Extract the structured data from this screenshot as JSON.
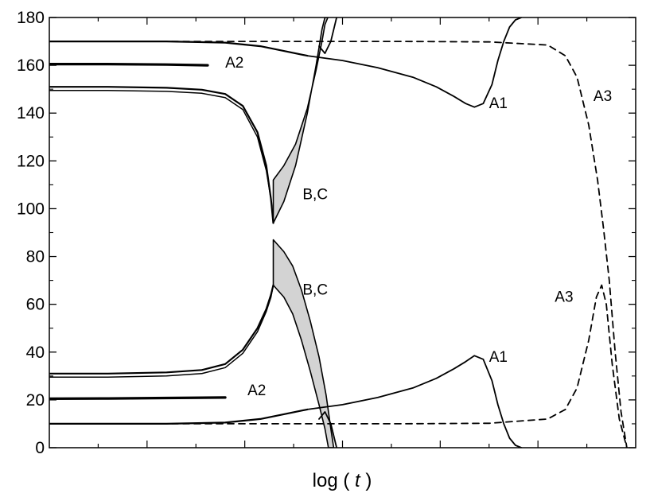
{
  "chart_data": {
    "type": "line",
    "title": "",
    "xlabel": {
      "prefix": "log ( ",
      "var": "t",
      "suffix": " )"
    },
    "ylabel": "",
    "x_ticklabels_shown": false,
    "xlim": [
      0,
      1
    ],
    "ylim": [
      0,
      180
    ],
    "y_ticks": [
      0,
      20,
      40,
      60,
      80,
      100,
      120,
      140,
      160,
      180
    ],
    "grid": false,
    "legend": "none",
    "bands": [
      {
        "id": "bc-upper-band",
        "fill": "#d3d3d3",
        "upper": [
          [
            0.382,
            112
          ],
          [
            0.4,
            118
          ],
          [
            0.42,
            127
          ],
          [
            0.44,
            142
          ],
          [
            0.455,
            158
          ],
          [
            0.465,
            170
          ],
          [
            0.47,
            177
          ],
          [
            0.475,
            180
          ]
        ],
        "lower": [
          [
            0.382,
            94
          ],
          [
            0.4,
            103
          ],
          [
            0.42,
            118
          ],
          [
            0.44,
            140
          ],
          [
            0.455,
            160
          ],
          [
            0.465,
            175
          ],
          [
            0.47,
            180
          ]
        ]
      },
      {
        "id": "bc-lower-band",
        "fill": "#d3d3d3",
        "upper": [
          [
            0.382,
            87
          ],
          [
            0.4,
            82
          ],
          [
            0.415,
            76
          ],
          [
            0.43,
            66
          ],
          [
            0.445,
            53
          ],
          [
            0.46,
            38
          ],
          [
            0.472,
            22
          ],
          [
            0.48,
            8
          ],
          [
            0.485,
            0
          ]
        ],
        "lower": [
          [
            0.382,
            68
          ],
          [
            0.4,
            63
          ],
          [
            0.415,
            56
          ],
          [
            0.43,
            45
          ],
          [
            0.445,
            32
          ],
          [
            0.46,
            18
          ],
          [
            0.47,
            8
          ],
          [
            0.476,
            0
          ]
        ]
      }
    ],
    "series": [
      {
        "label": "A2",
        "style": "solid",
        "width": 3.2,
        "label_pos": [
          0.3,
          159
        ],
        "points": [
          [
            0,
            160.5
          ],
          [
            0.1,
            160.5
          ],
          [
            0.2,
            160.3
          ],
          [
            0.27,
            160
          ]
        ]
      },
      {
        "label": "A2",
        "style": "solid",
        "width": 3.2,
        "label_pos": [
          0.338,
          22
        ],
        "points": [
          [
            0,
            20.5
          ],
          [
            0.1,
            20.6
          ],
          [
            0.2,
            20.8
          ],
          [
            0.3,
            21
          ]
        ]
      },
      {
        "label": "",
        "style": "solid",
        "width": 2.2,
        "points": [
          [
            0,
            151
          ],
          [
            0.1,
            151
          ],
          [
            0.2,
            150.6
          ],
          [
            0.26,
            149.8
          ],
          [
            0.3,
            148
          ],
          [
            0.33,
            143
          ],
          [
            0.355,
            132
          ],
          [
            0.37,
            118
          ],
          [
            0.378,
            104
          ],
          [
            0.382,
            94
          ]
        ]
      },
      {
        "label": "",
        "style": "solid",
        "width": 1.5,
        "points": [
          [
            0,
            149.5
          ],
          [
            0.1,
            149.5
          ],
          [
            0.2,
            149.1
          ],
          [
            0.26,
            148.3
          ],
          [
            0.3,
            146.5
          ],
          [
            0.33,
            141.5
          ],
          [
            0.355,
            130
          ],
          [
            0.37,
            116
          ],
          [
            0.378,
            104
          ],
          [
            0.382,
            94
          ]
        ]
      },
      {
        "label": "",
        "style": "solid",
        "width": 2.2,
        "points": [
          [
            0,
            31
          ],
          [
            0.1,
            31
          ],
          [
            0.2,
            31.5
          ],
          [
            0.26,
            32.5
          ],
          [
            0.3,
            35
          ],
          [
            0.33,
            41
          ],
          [
            0.355,
            50
          ],
          [
            0.37,
            58
          ],
          [
            0.378,
            64
          ],
          [
            0.382,
            68
          ]
        ]
      },
      {
        "label": "",
        "style": "solid",
        "width": 1.5,
        "points": [
          [
            0,
            29.5
          ],
          [
            0.1,
            29.5
          ],
          [
            0.2,
            30
          ],
          [
            0.26,
            31
          ],
          [
            0.3,
            33.5
          ],
          [
            0.33,
            39.5
          ],
          [
            0.355,
            48.5
          ],
          [
            0.37,
            57
          ],
          [
            0.378,
            63
          ],
          [
            0.382,
            68
          ]
        ]
      },
      {
        "label": "",
        "style": "solid",
        "width": 2.2,
        "points": [
          [
            0,
            170
          ],
          [
            0.2,
            170
          ],
          [
            0.3,
            169.5
          ],
          [
            0.36,
            168
          ],
          [
            0.4,
            166
          ],
          [
            0.44,
            164
          ]
        ]
      },
      {
        "label": "",
        "style": "solid",
        "width": 2.2,
        "points": [
          [
            0,
            10
          ],
          [
            0.2,
            10
          ],
          [
            0.3,
            10.5
          ],
          [
            0.36,
            12
          ],
          [
            0.4,
            14
          ],
          [
            0.44,
            16
          ]
        ]
      },
      {
        "label": "A1",
        "style": "solid",
        "width": 1.8,
        "label_pos": [
          0.75,
          142
        ],
        "points": [
          [
            0.44,
            164
          ],
          [
            0.5,
            162
          ],
          [
            0.56,
            159
          ],
          [
            0.62,
            155
          ],
          [
            0.66,
            151
          ],
          [
            0.69,
            147
          ],
          [
            0.71,
            144
          ],
          [
            0.725,
            142.5
          ],
          [
            0.74,
            144
          ],
          [
            0.755,
            152
          ],
          [
            0.765,
            162
          ],
          [
            0.775,
            170
          ],
          [
            0.785,
            176
          ],
          [
            0.795,
            179
          ],
          [
            0.805,
            180
          ]
        ]
      },
      {
        "label": "A1",
        "style": "solid",
        "width": 1.8,
        "label_pos": [
          0.75,
          36
        ],
        "points": [
          [
            0.44,
            16
          ],
          [
            0.5,
            18
          ],
          [
            0.56,
            21
          ],
          [
            0.62,
            25
          ],
          [
            0.66,
            29
          ],
          [
            0.69,
            33
          ],
          [
            0.71,
            36
          ],
          [
            0.725,
            38.5
          ],
          [
            0.74,
            37
          ],
          [
            0.755,
            28
          ],
          [
            0.765,
            18
          ],
          [
            0.775,
            10
          ],
          [
            0.785,
            4
          ],
          [
            0.795,
            1
          ],
          [
            0.805,
            0
          ]
        ]
      },
      {
        "label": "",
        "style": "solid",
        "width": 1.8,
        "points": [
          [
            0.46,
            168
          ],
          [
            0.47,
            165
          ],
          [
            0.48,
            170
          ],
          [
            0.49,
            180
          ]
        ]
      },
      {
        "label": "",
        "style": "solid",
        "width": 1.8,
        "points": [
          [
            0.46,
            12
          ],
          [
            0.47,
            15
          ],
          [
            0.48,
            10
          ],
          [
            0.49,
            0
          ]
        ]
      },
      {
        "label": "A3",
        "style": "dashed",
        "width": 1.8,
        "label_pos": [
          0.928,
          145
        ],
        "points": [
          [
            0,
            170
          ],
          [
            0.2,
            170
          ],
          [
            0.4,
            170
          ],
          [
            0.6,
            170
          ],
          [
            0.75,
            169.8
          ],
          [
            0.85,
            168.5
          ],
          [
            0.88,
            164
          ],
          [
            0.9,
            155
          ],
          [
            0.92,
            135
          ],
          [
            0.935,
            112
          ],
          [
            0.945,
            92
          ],
          [
            0.955,
            70
          ],
          [
            0.965,
            40
          ],
          [
            0.975,
            15
          ],
          [
            0.985,
            0
          ]
        ]
      },
      {
        "label": "A3",
        "style": "dashed",
        "width": 1.8,
        "label_pos": [
          0.862,
          61
        ],
        "points": [
          [
            0,
            10
          ],
          [
            0.2,
            10
          ],
          [
            0.4,
            10
          ],
          [
            0.6,
            10
          ],
          [
            0.75,
            10.2
          ],
          [
            0.85,
            12
          ],
          [
            0.88,
            16
          ],
          [
            0.9,
            25
          ],
          [
            0.92,
            45
          ],
          [
            0.933,
            63
          ],
          [
            0.942,
            68
          ],
          [
            0.95,
            60
          ],
          [
            0.96,
            35
          ],
          [
            0.972,
            12
          ],
          [
            0.985,
            0
          ]
        ]
      }
    ],
    "region_labels": [
      {
        "text": "B,C",
        "pos": [
          0.432,
          104
        ]
      },
      {
        "text": "B,C",
        "pos": [
          0.432,
          64
        ]
      }
    ]
  }
}
